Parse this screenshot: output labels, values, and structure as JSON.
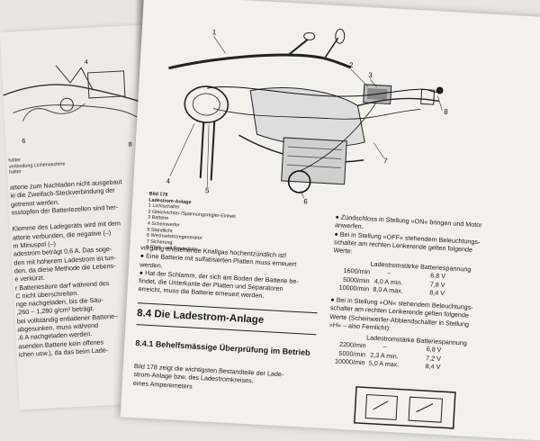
{
  "left_page": {
    "caption_lines": [
      "halter",
      "verbindung Lichtmaschine",
      "halter"
    ],
    "callouts": [
      "4",
      "6",
      "8"
    ],
    "body_lines": [
      "atterie zum Nachladen nicht ausgebaut",
      "ie die Zweifach-Steckverbindung der",
      "getrennt werden.",
      "ssstopfen der Batteriezellen sind her-",
      "",
      "Klemme des Ladegeräts wird mit dem",
      "atterie verbunden, die negative (–)",
      "m Minuspol (–)",
      "adestrom beträgt 0,6 A. Das soge-",
      "den mit höherem Ladestrom ist tun-",
      "den, da diese Methode die Lebens-",
      "e verkürzt.",
      "r Batteriesäure darf während des",
      "C nicht überschreiten.",
      "nge nachgeladen, bis die Säu-",
      ",260 – 1,280 g/cm³ beträgt.",
      "bei vollständig entladener Batterie–",
      "abgesunken, muss während",
      ",6 A nachgeladen werden.",
      "asenden Batterie kein offenes",
      "ichen usw.), da das beim Lade-"
    ]
  },
  "figure": {
    "callouts": [
      "1",
      "2",
      "3",
      "4",
      "5",
      "6",
      "7",
      "8"
    ],
    "caption_title": "Bild 178",
    "caption_subtitle": "Ladestrom-Anlage",
    "legend": [
      "1 Lichtschalter",
      "2 Gleichrichter-/Spannungsregler-Einheit",
      "3 Batterie",
      "4 Scheinwerfer",
      "5 Standlicht",
      "6 Wechselstromgenerator",
      "7 Sicherung",
      "8 Rück- und Bremslicht"
    ]
  },
  "col_left": {
    "lines": [
      "vorgang entstehende Knallgas hochentzündlich ist!",
      "● Eine Batterie mit sulfatisierten Platten muss erneuert",
      "   werden.",
      "● Hat der Schlamm, der sich am Boden der Batterie be-",
      "   findet, die Unterkante der Platten und Separatoren",
      "   erreicht, muss die Batterie erneuert werden."
    ],
    "section_heading": "8.4 Die Ladestrom-Anlage",
    "subsection_heading": "8.4.1 Behelfsmässige Überprüfung im Betrieb",
    "para_lines": [
      "Bild 178 zeigt die wichtigsten Bestandteile der Lade-",
      "strom-Anlage bzw. des Ladestromkreises.",
      "                                    eines Amperemeters"
    ]
  },
  "col_right": {
    "intro_lines": [
      "● Zündschloss in Stellung »ON« bringen und Motor",
      "   anwerfen.",
      "● Bei in Stellung »OFF« stehendem Beleuchtungs-",
      "   schalter am rechten Lenkerende gelten folgende",
      "   Werte:"
    ],
    "table1": {
      "header": "Ladestromstärke  Batteriespannung",
      "rows": [
        [
          "1600/min",
          "–",
          "6,8 V"
        ],
        [
          "5000/min",
          "4,0 A min.",
          "7,8 V"
        ],
        [
          "10000/min",
          "8,0 A max.",
          "8,4 V"
        ]
      ]
    },
    "mid_lines": [
      "● Bei in Stellung »ON« stehendem Beleuchtungs-",
      "   schalter am rechten Lenkerende gelten folgende",
      "   Werte (Scheinwerfer-Abblendschalter in Stellung",
      "   »H« – also Fernlicht):"
    ],
    "table2": {
      "header": "Ladestromstärke  Batteriespannung",
      "rows": [
        [
          "2200/min",
          "–",
          "6,8 V"
        ],
        [
          "5000/min",
          "2,3 A min.",
          "7,2 V"
        ],
        [
          "10000/min",
          "5,0 A max.",
          "8,4 V"
        ]
      ]
    }
  }
}
